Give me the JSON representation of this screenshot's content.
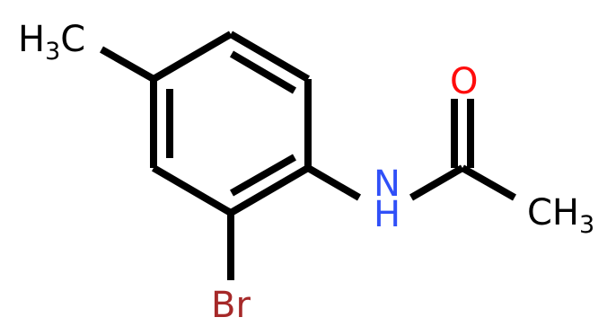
{
  "atoms": {
    "ring_methyl": {
      "main": "H",
      "sub": "3",
      "tail": "C"
    },
    "bromine": {
      "text": "Br"
    },
    "nitrogen": {
      "main": "N",
      "sub": "H"
    },
    "oxygen": {
      "text": "O"
    },
    "acetyl_methyl": {
      "main": "CH",
      "sub": "3"
    }
  },
  "colors": {
    "bond": "#000000",
    "carbon": "#000000",
    "bromine": "#a62929",
    "nitrogen": "#3050f8",
    "oxygen": "#ff0d0d"
  }
}
